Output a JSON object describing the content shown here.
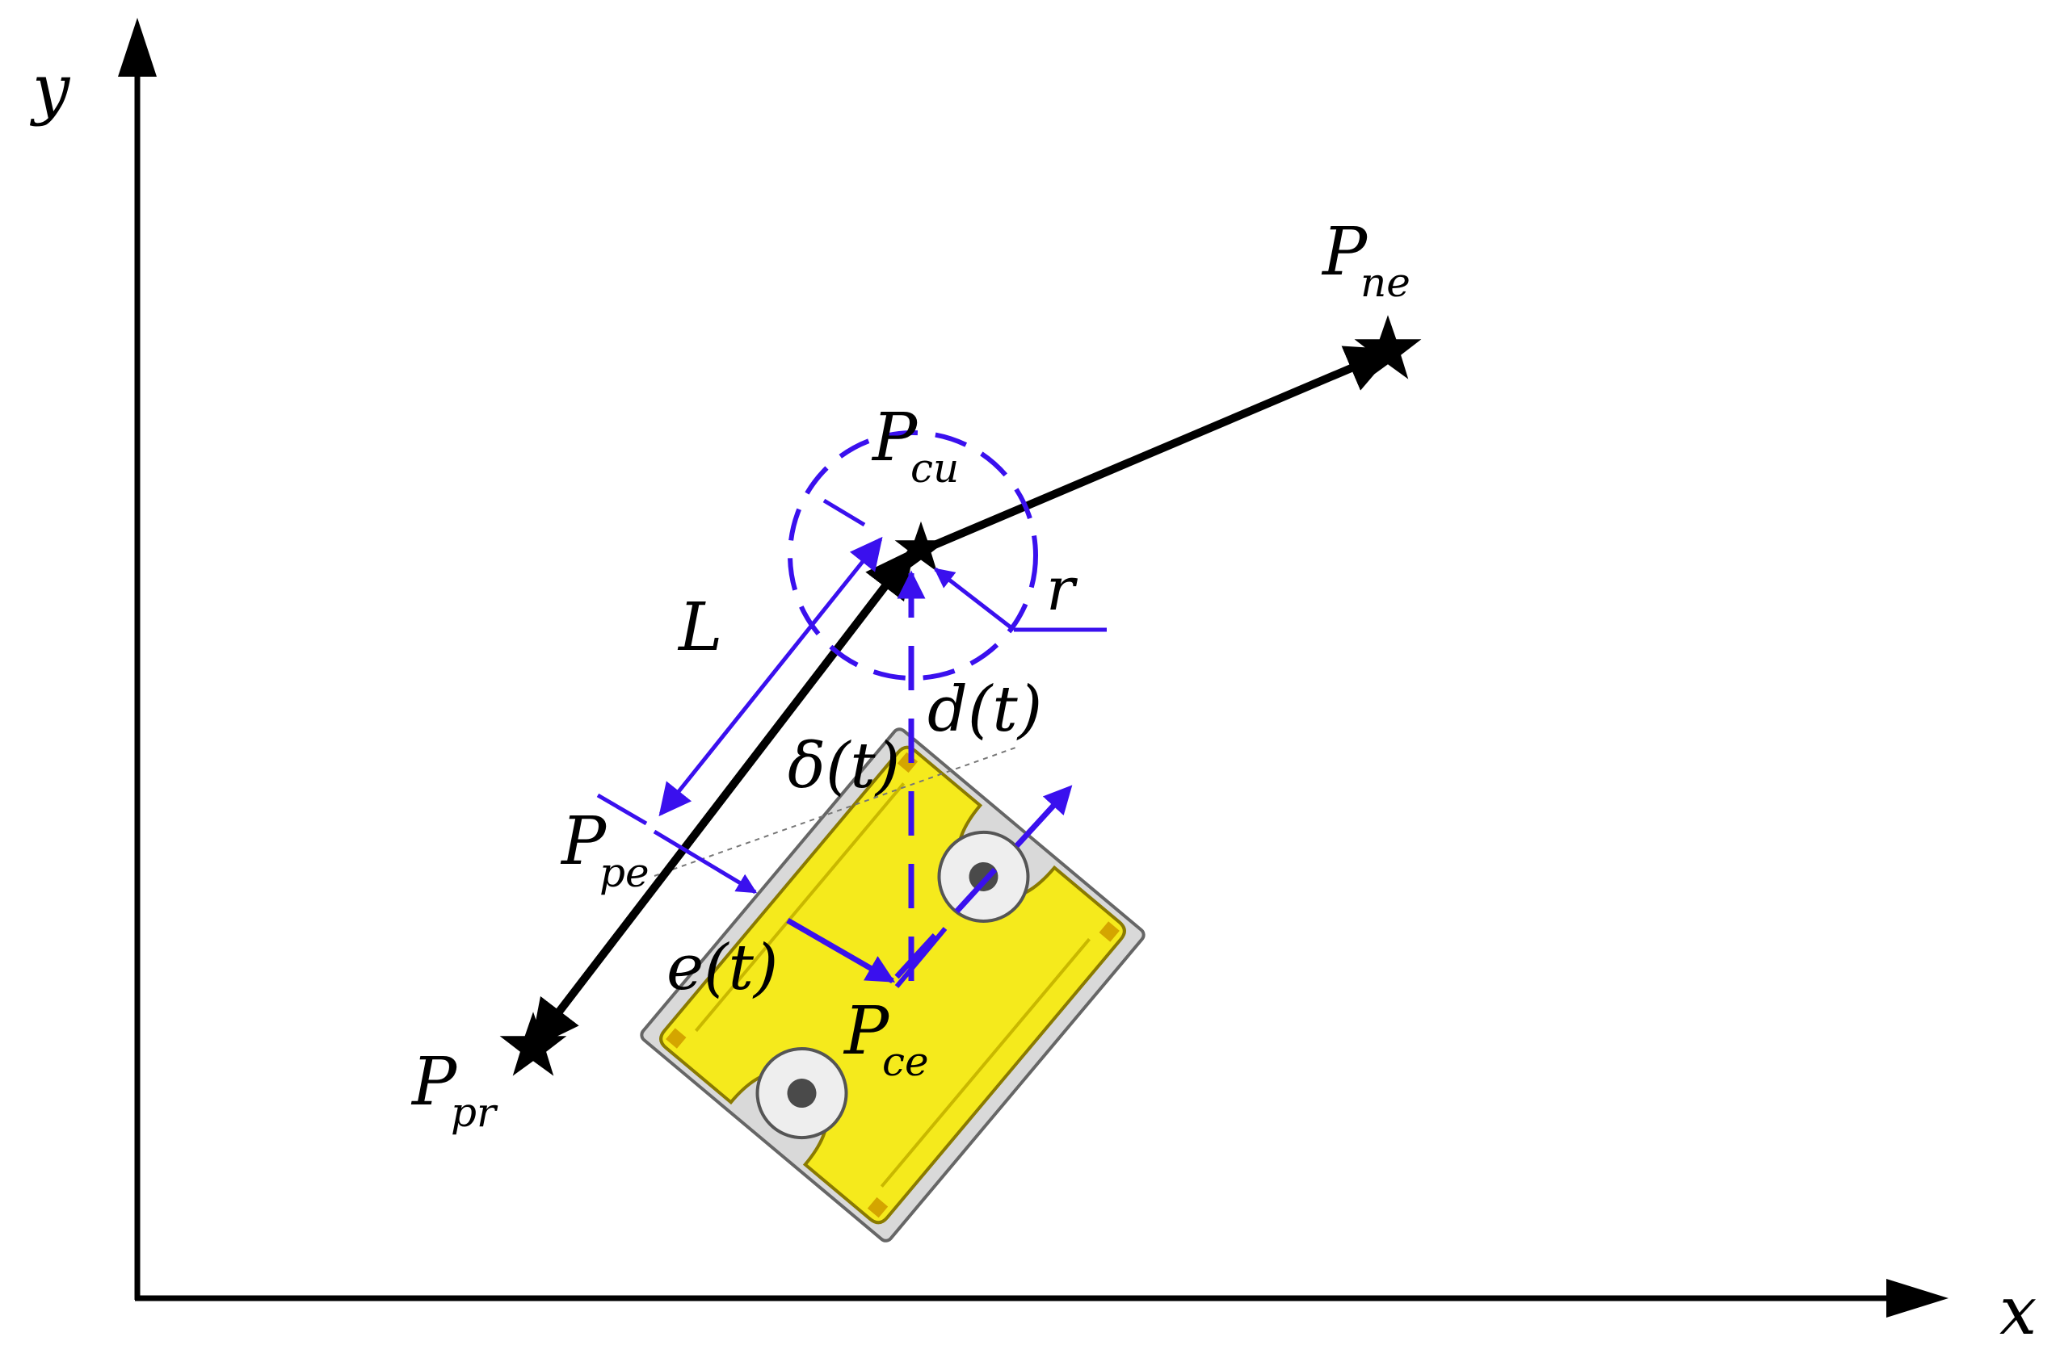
{
  "colors": {
    "axis": "#000000",
    "path": "#000000",
    "construction": "#3a10ee",
    "robot_body": "#f5ea1c",
    "robot_frame": "#8c8c8c",
    "thruster": "#4a4a4a"
  },
  "axes": {
    "x_label": "x",
    "y_label": "y"
  },
  "points": {
    "p_pr": {
      "main": "P",
      "sub": "pr"
    },
    "p_pe": {
      "main": "P",
      "sub": "pe"
    },
    "p_cu": {
      "main": "P",
      "sub": "cu"
    },
    "p_ne": {
      "main": "P",
      "sub": "ne"
    },
    "p_ce": {
      "main": "P",
      "sub": "ce"
    }
  },
  "annotations": {
    "lookahead": "L",
    "radius": "r",
    "distance": "d(t)",
    "angle": "δ(t)",
    "cross_track_error": "e(t)"
  },
  "icons": {
    "waypoint_marker": "star-icon",
    "vehicle": "underwater-robot-icon"
  }
}
